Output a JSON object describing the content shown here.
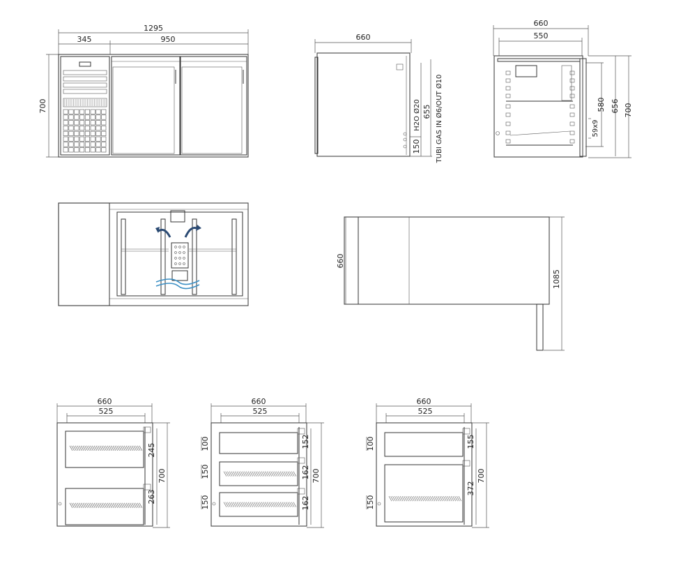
{
  "drawing": {
    "front_view": {
      "overall_width": "1295",
      "left_width": "345",
      "right_width": "950",
      "height": "700"
    },
    "side_view": {
      "depth": "660",
      "height_655": "655",
      "height_150": "150",
      "h2o": "H2O Ø20",
      "gas": "TUBI GAS IN Ø6/OUT Ø10"
    },
    "section_view": {
      "outer_width": "660",
      "inner_width": "550",
      "height_580": "580",
      "height_656": "656",
      "height_700": "700",
      "grille": "59x9"
    },
    "plan_view": {
      "depth": "660",
      "length": "1085"
    },
    "drawer_views": [
      {
        "width": "660",
        "inner_width": "525",
        "right_dims": [
          "245",
          "263"
        ],
        "left_dims": [],
        "height": "700"
      },
      {
        "width": "660",
        "inner_width": "525",
        "right_dims": [
          "152",
          "162",
          "162"
        ],
        "left_dims": [
          "100",
          "150",
          "150"
        ],
        "height": "700"
      },
      {
        "width": "660",
        "inner_width": "525",
        "right_dims": [
          "155",
          "372"
        ],
        "left_dims": [
          "100",
          "150"
        ],
        "height": "700"
      }
    ]
  },
  "colors": {
    "line": "#333333",
    "airflow_blue": "#3b8fc4",
    "airflow_navy": "#2b4a73"
  }
}
